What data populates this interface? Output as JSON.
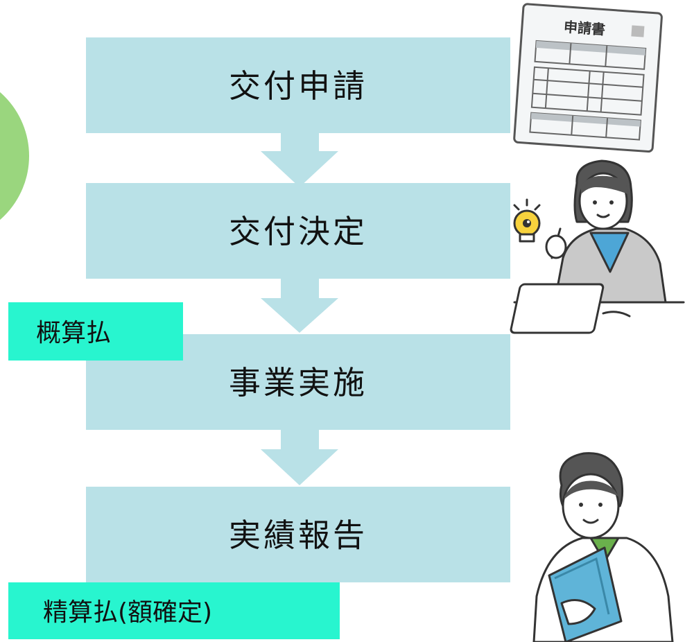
{
  "steps": [
    "交付申請",
    "交付決定",
    "事業実施",
    "実績報告"
  ],
  "payments": {
    "advance": "概算払",
    "final": "精算払(額確定)"
  },
  "form_document": {
    "title": "申請書"
  },
  "colors": {
    "step_box": "#b9e1e7",
    "payment_tag": "#28f5cf",
    "green_circle": "#9ad67e",
    "folder": "#5fb4d8"
  },
  "illustrations": [
    "application-form-icon",
    "woman-laptop-idea-illustration",
    "man-holding-folder-illustration"
  ]
}
